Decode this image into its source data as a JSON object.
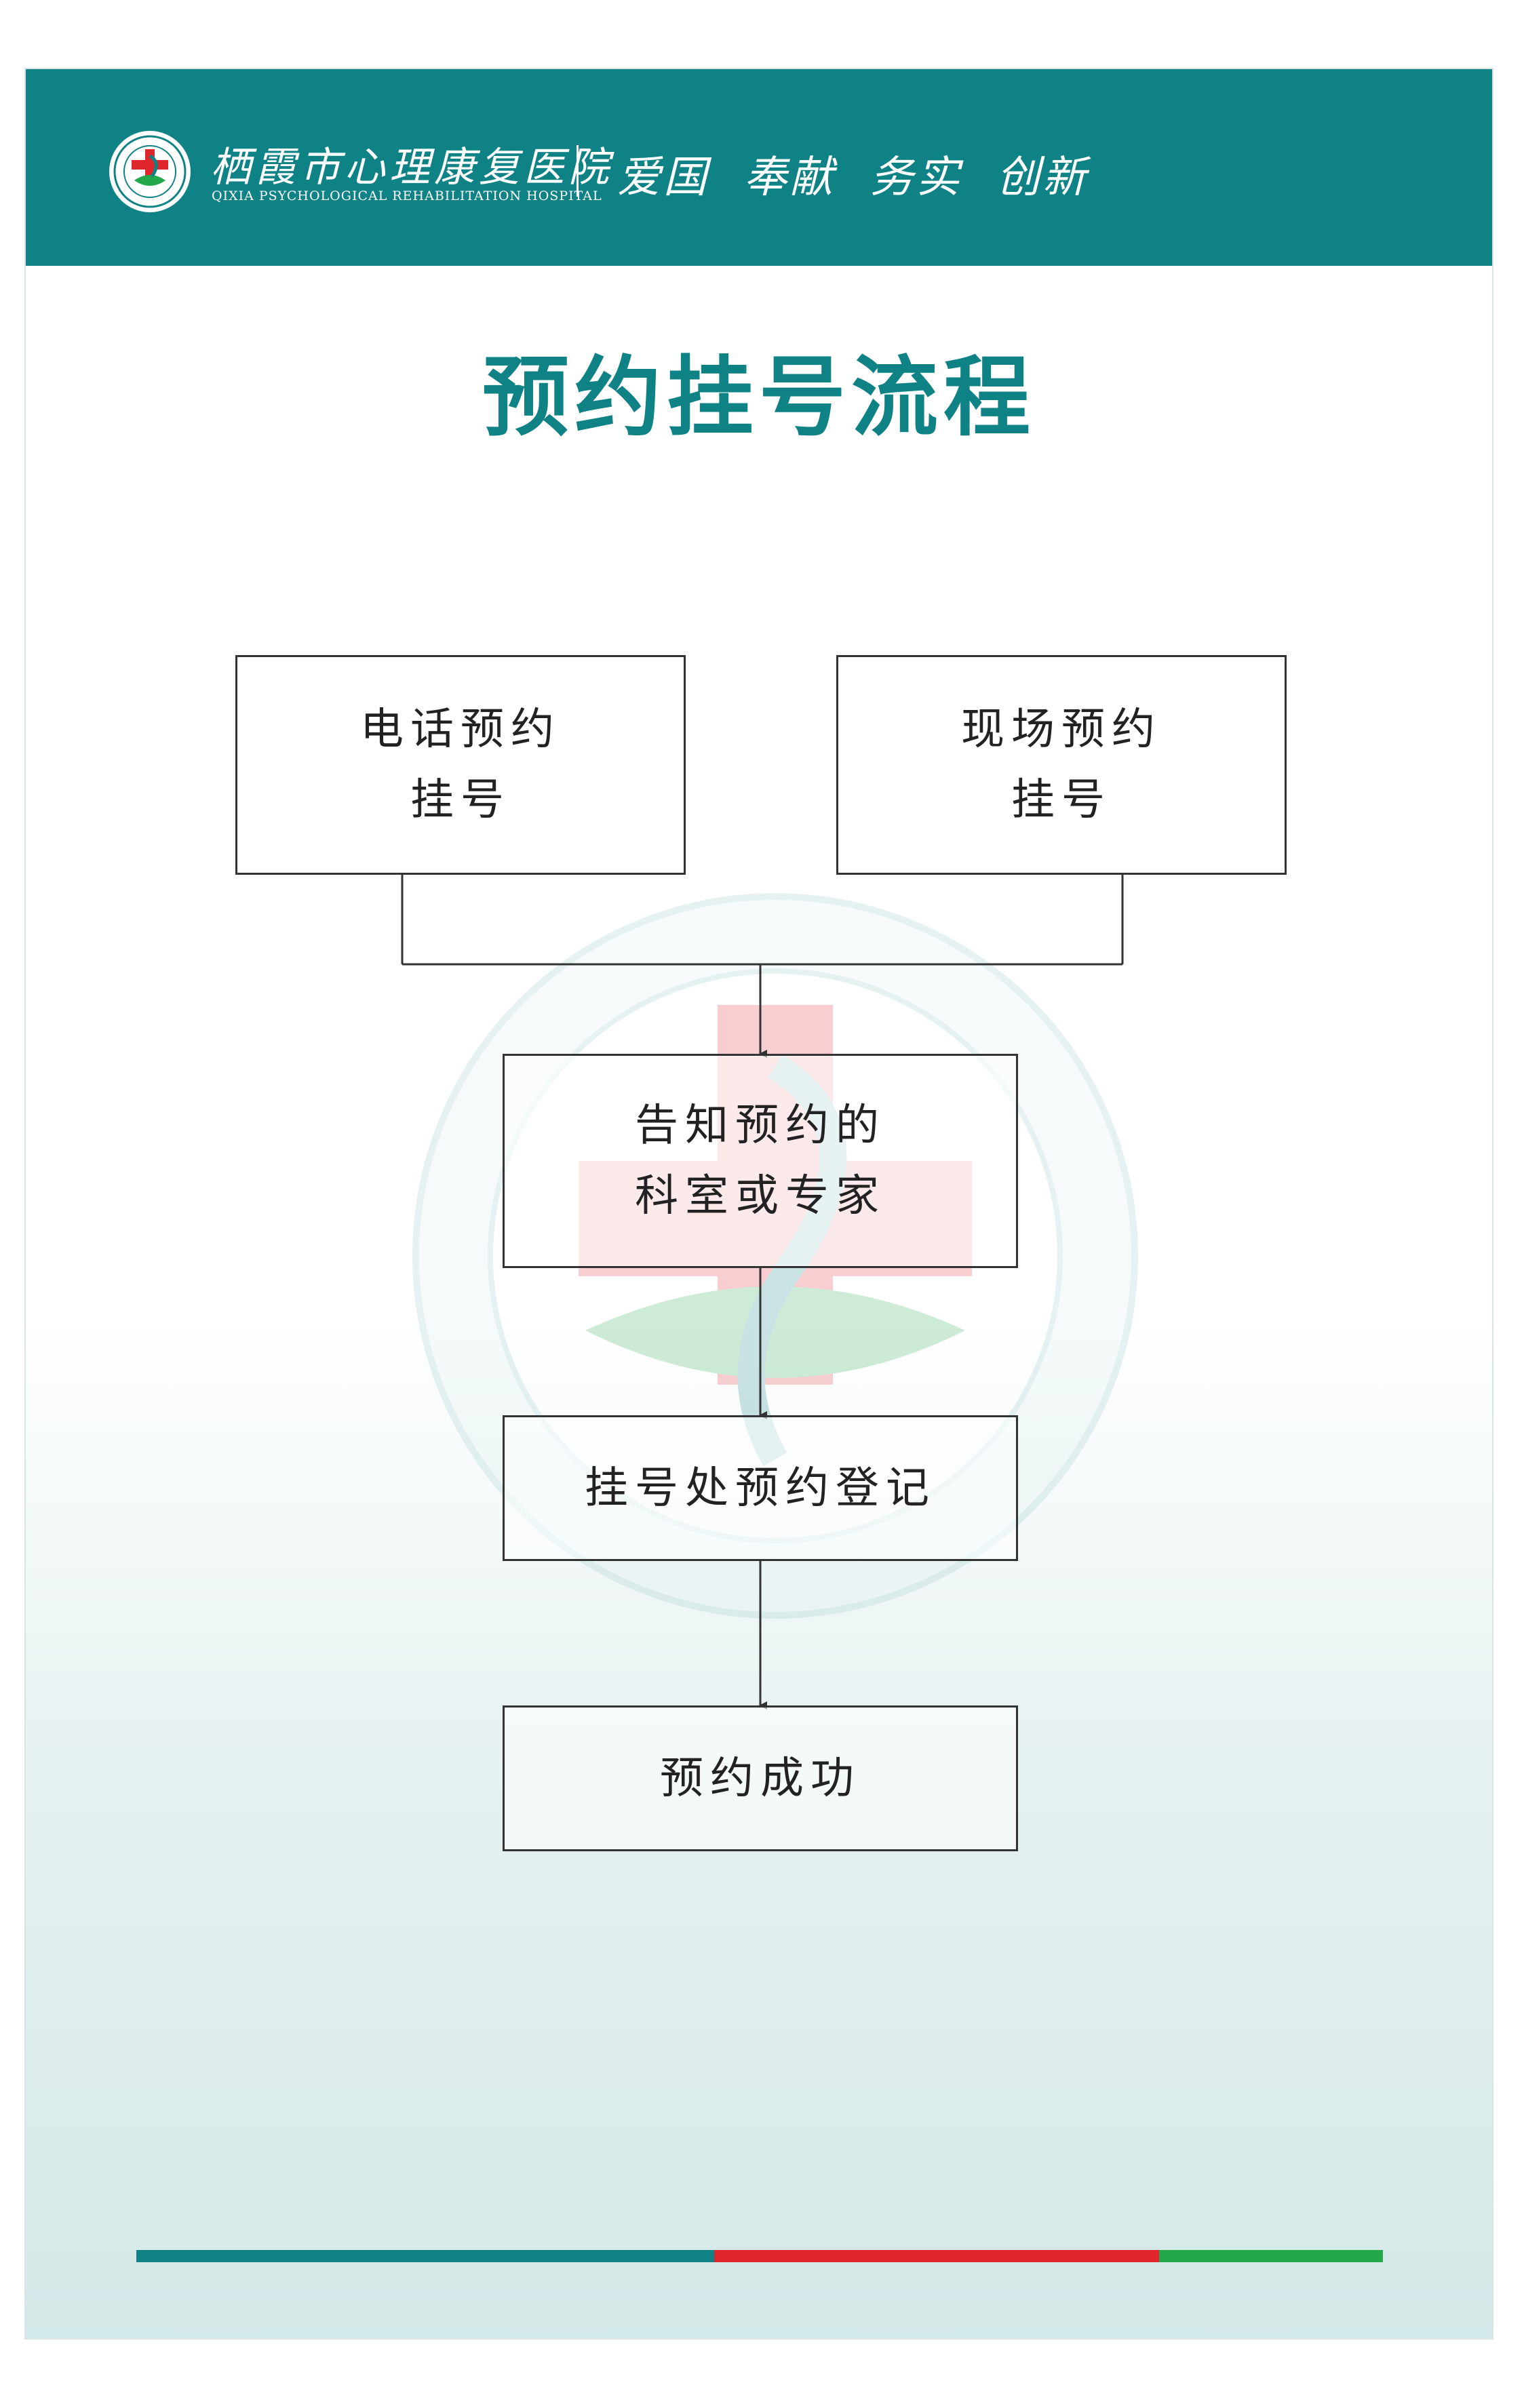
{
  "header": {
    "hospital_name_cn": "栖霞市心理康复医院",
    "hospital_name_en": "QIXIA PSYCHOLOGICAL REHABILITATION HOSPITAL",
    "motto": "爱国 奉献 务实 创新",
    "logo_icon": "hospital-cross-leaf-emblem",
    "background_color": "#0f8286"
  },
  "title": "预约挂号流程",
  "flow": {
    "phone_booking": {
      "line1": "电话预约",
      "line2": "挂号"
    },
    "onsite_booking": {
      "line1": "现场预约",
      "line2": "挂号"
    },
    "notify_department": {
      "line1": "告知预约的",
      "line2": "科室或专家"
    },
    "registration_desk": "挂号处预约登记",
    "success": "预约成功"
  },
  "footer_stripe_colors": [
    "#0f8286",
    "#e0262d",
    "#22a84a"
  ]
}
